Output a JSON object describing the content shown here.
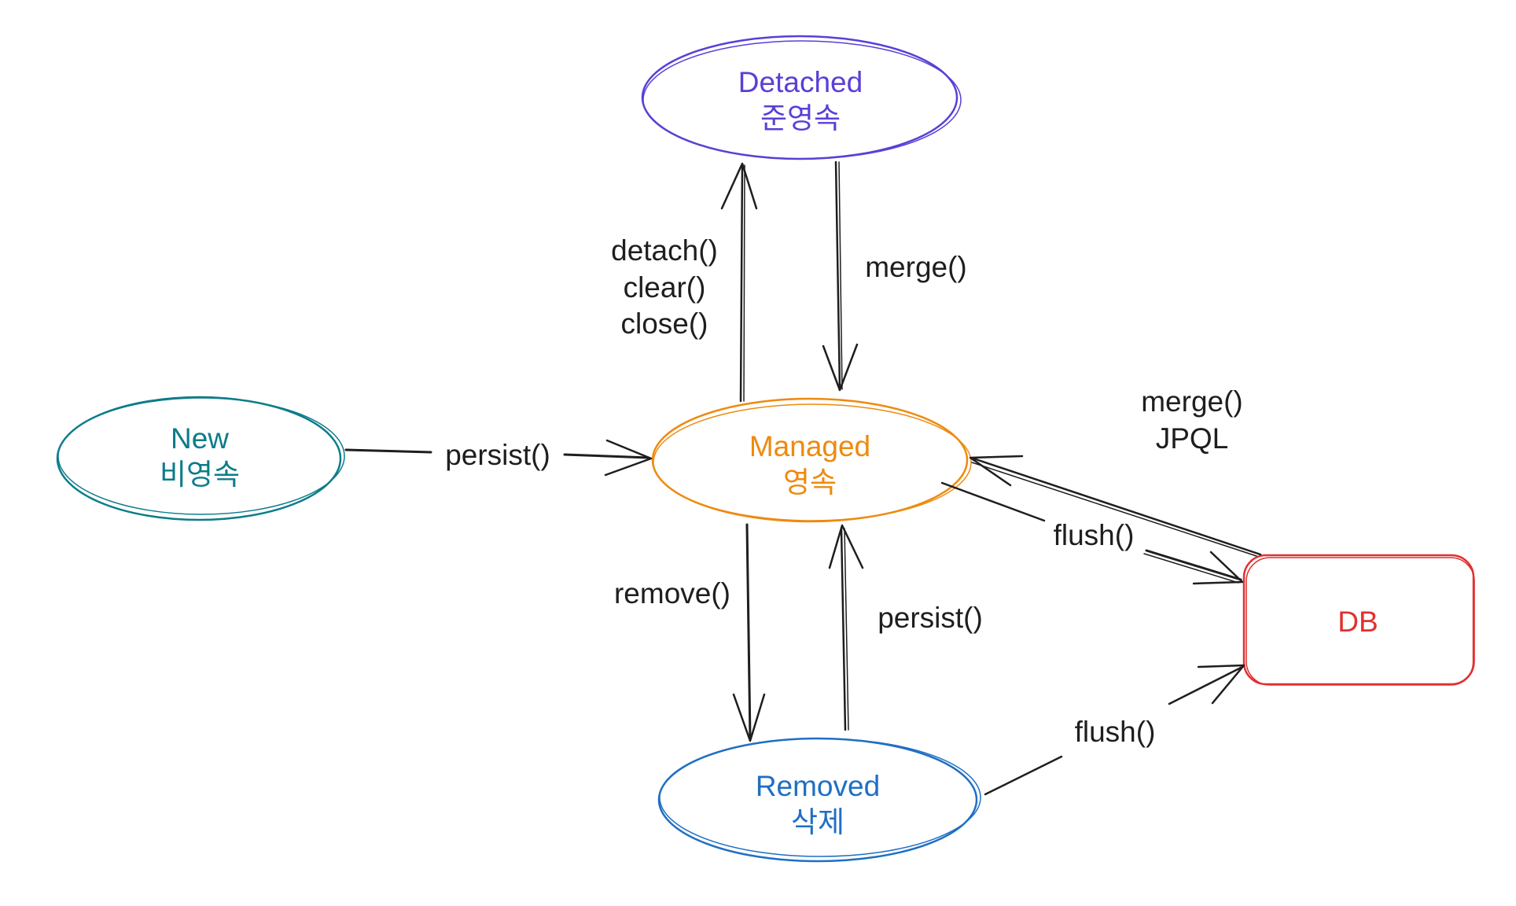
{
  "nodes": {
    "detached": {
      "title": "Detached",
      "subtitle": "준영속",
      "color": "#5b3fd6"
    },
    "new": {
      "title": "New",
      "subtitle": "비영속",
      "color": "#0c7c8a"
    },
    "managed": {
      "title": "Managed",
      "subtitle": "영속",
      "color": "#ee8a0e"
    },
    "removed": {
      "title": "Removed",
      "subtitle": "삭제",
      "color": "#1f6fc3"
    },
    "db": {
      "title": "DB",
      "color": "#e03131"
    }
  },
  "edges": {
    "persist_new": {
      "label": "persist()"
    },
    "detach": {
      "lines": [
        "detach()",
        "clear()",
        "close()"
      ]
    },
    "merge_detached": {
      "label": "merge()"
    },
    "db_to_managed": {
      "lines": [
        "merge()",
        "JPQL"
      ]
    },
    "flush_managed": {
      "label": "flush()"
    },
    "remove": {
      "label": "remove()"
    },
    "persist_removed": {
      "label": "persist()"
    },
    "flush_removed": {
      "label": "flush()"
    }
  },
  "style": {
    "edge_color": "#1e1e1e"
  }
}
